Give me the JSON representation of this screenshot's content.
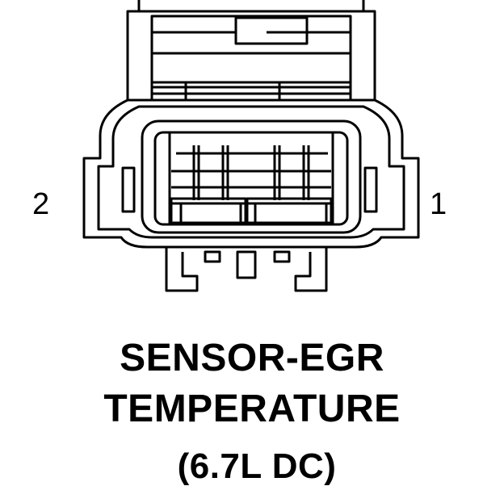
{
  "connector": {
    "pin_left_label": "2",
    "pin_right_label": "1"
  },
  "caption": {
    "line1": "SENSOR-EGR",
    "line2": "TEMPERATURE",
    "line3": "(6.7L DC)"
  },
  "colors": {
    "stroke": "#000000",
    "background": "#ffffff"
  }
}
